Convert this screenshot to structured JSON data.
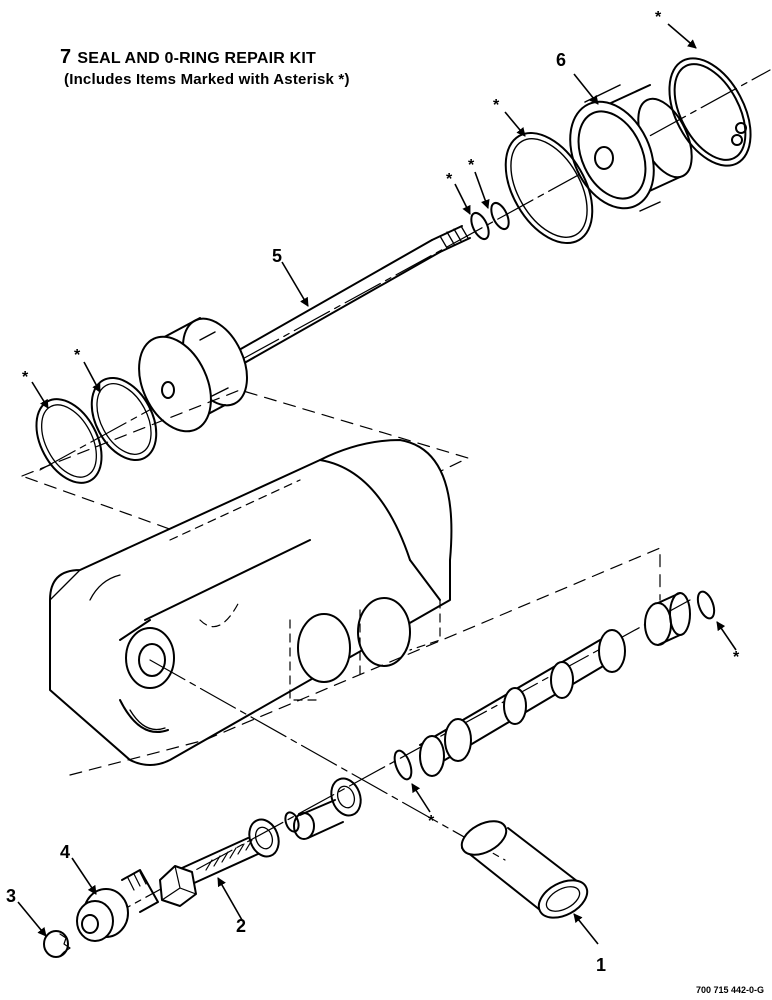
{
  "kit": {
    "number": "7",
    "title": "SEAL AND 0-RING REPAIR KIT",
    "note": "(Includes Items Marked with Asterisk *)"
  },
  "callouts": {
    "item1": "1",
    "item2": "2",
    "item3": "3",
    "item4": "4",
    "item5": "5",
    "item6": "6",
    "asterisk": "*"
  },
  "figure_number": "700 715 442-0-G"
}
